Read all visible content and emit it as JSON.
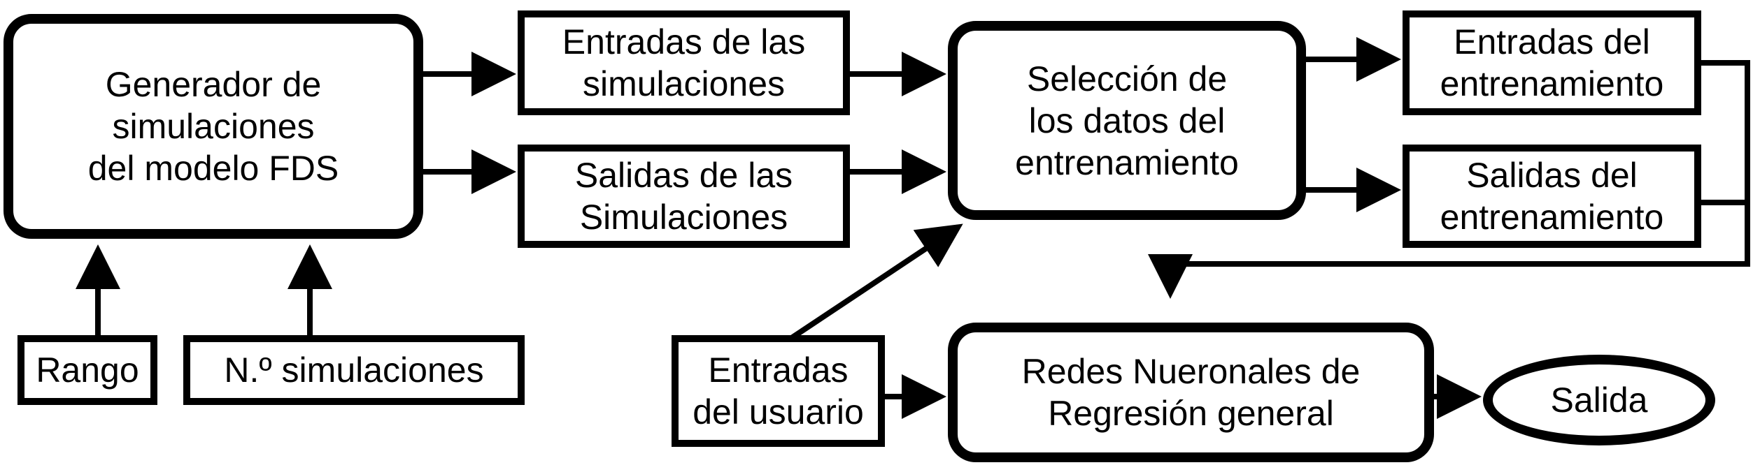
{
  "nodes": {
    "generator": "Generador de\nsimulaciones\ndel modelo FDS",
    "sim_inputs": "Entradas de las\nsimulaciones",
    "sim_outputs": "Salidas de las\nSimulaciones",
    "selection": "Selección de\nlos datos del\nentrenamiento",
    "train_inputs": "Entradas del\nentrenamiento",
    "train_outputs": "Salidas del\nentrenamiento",
    "range": "Rango",
    "num_sims": "N.º simulaciones",
    "user_inputs": "Entradas\ndel usuario",
    "grnn": "Redes Nueronales de\nRegresión general",
    "output": "Salida"
  },
  "colors": {
    "stroke": "#000000",
    "fill": "#ffffff"
  }
}
